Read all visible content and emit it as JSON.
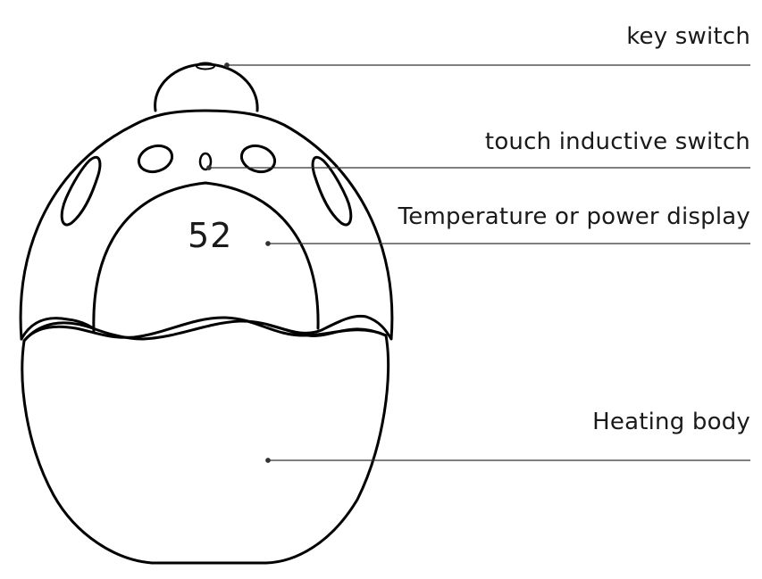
{
  "labels": {
    "key_switch": "key switch",
    "touch_switch": "touch inductive switch",
    "display": "Temperature or power display",
    "heating_body": "Heating body"
  },
  "display": {
    "value": "52"
  },
  "colors": {
    "stroke": "#000000",
    "leader": "#333333",
    "text": "#1a1a1a",
    "background": "#ffffff"
  }
}
